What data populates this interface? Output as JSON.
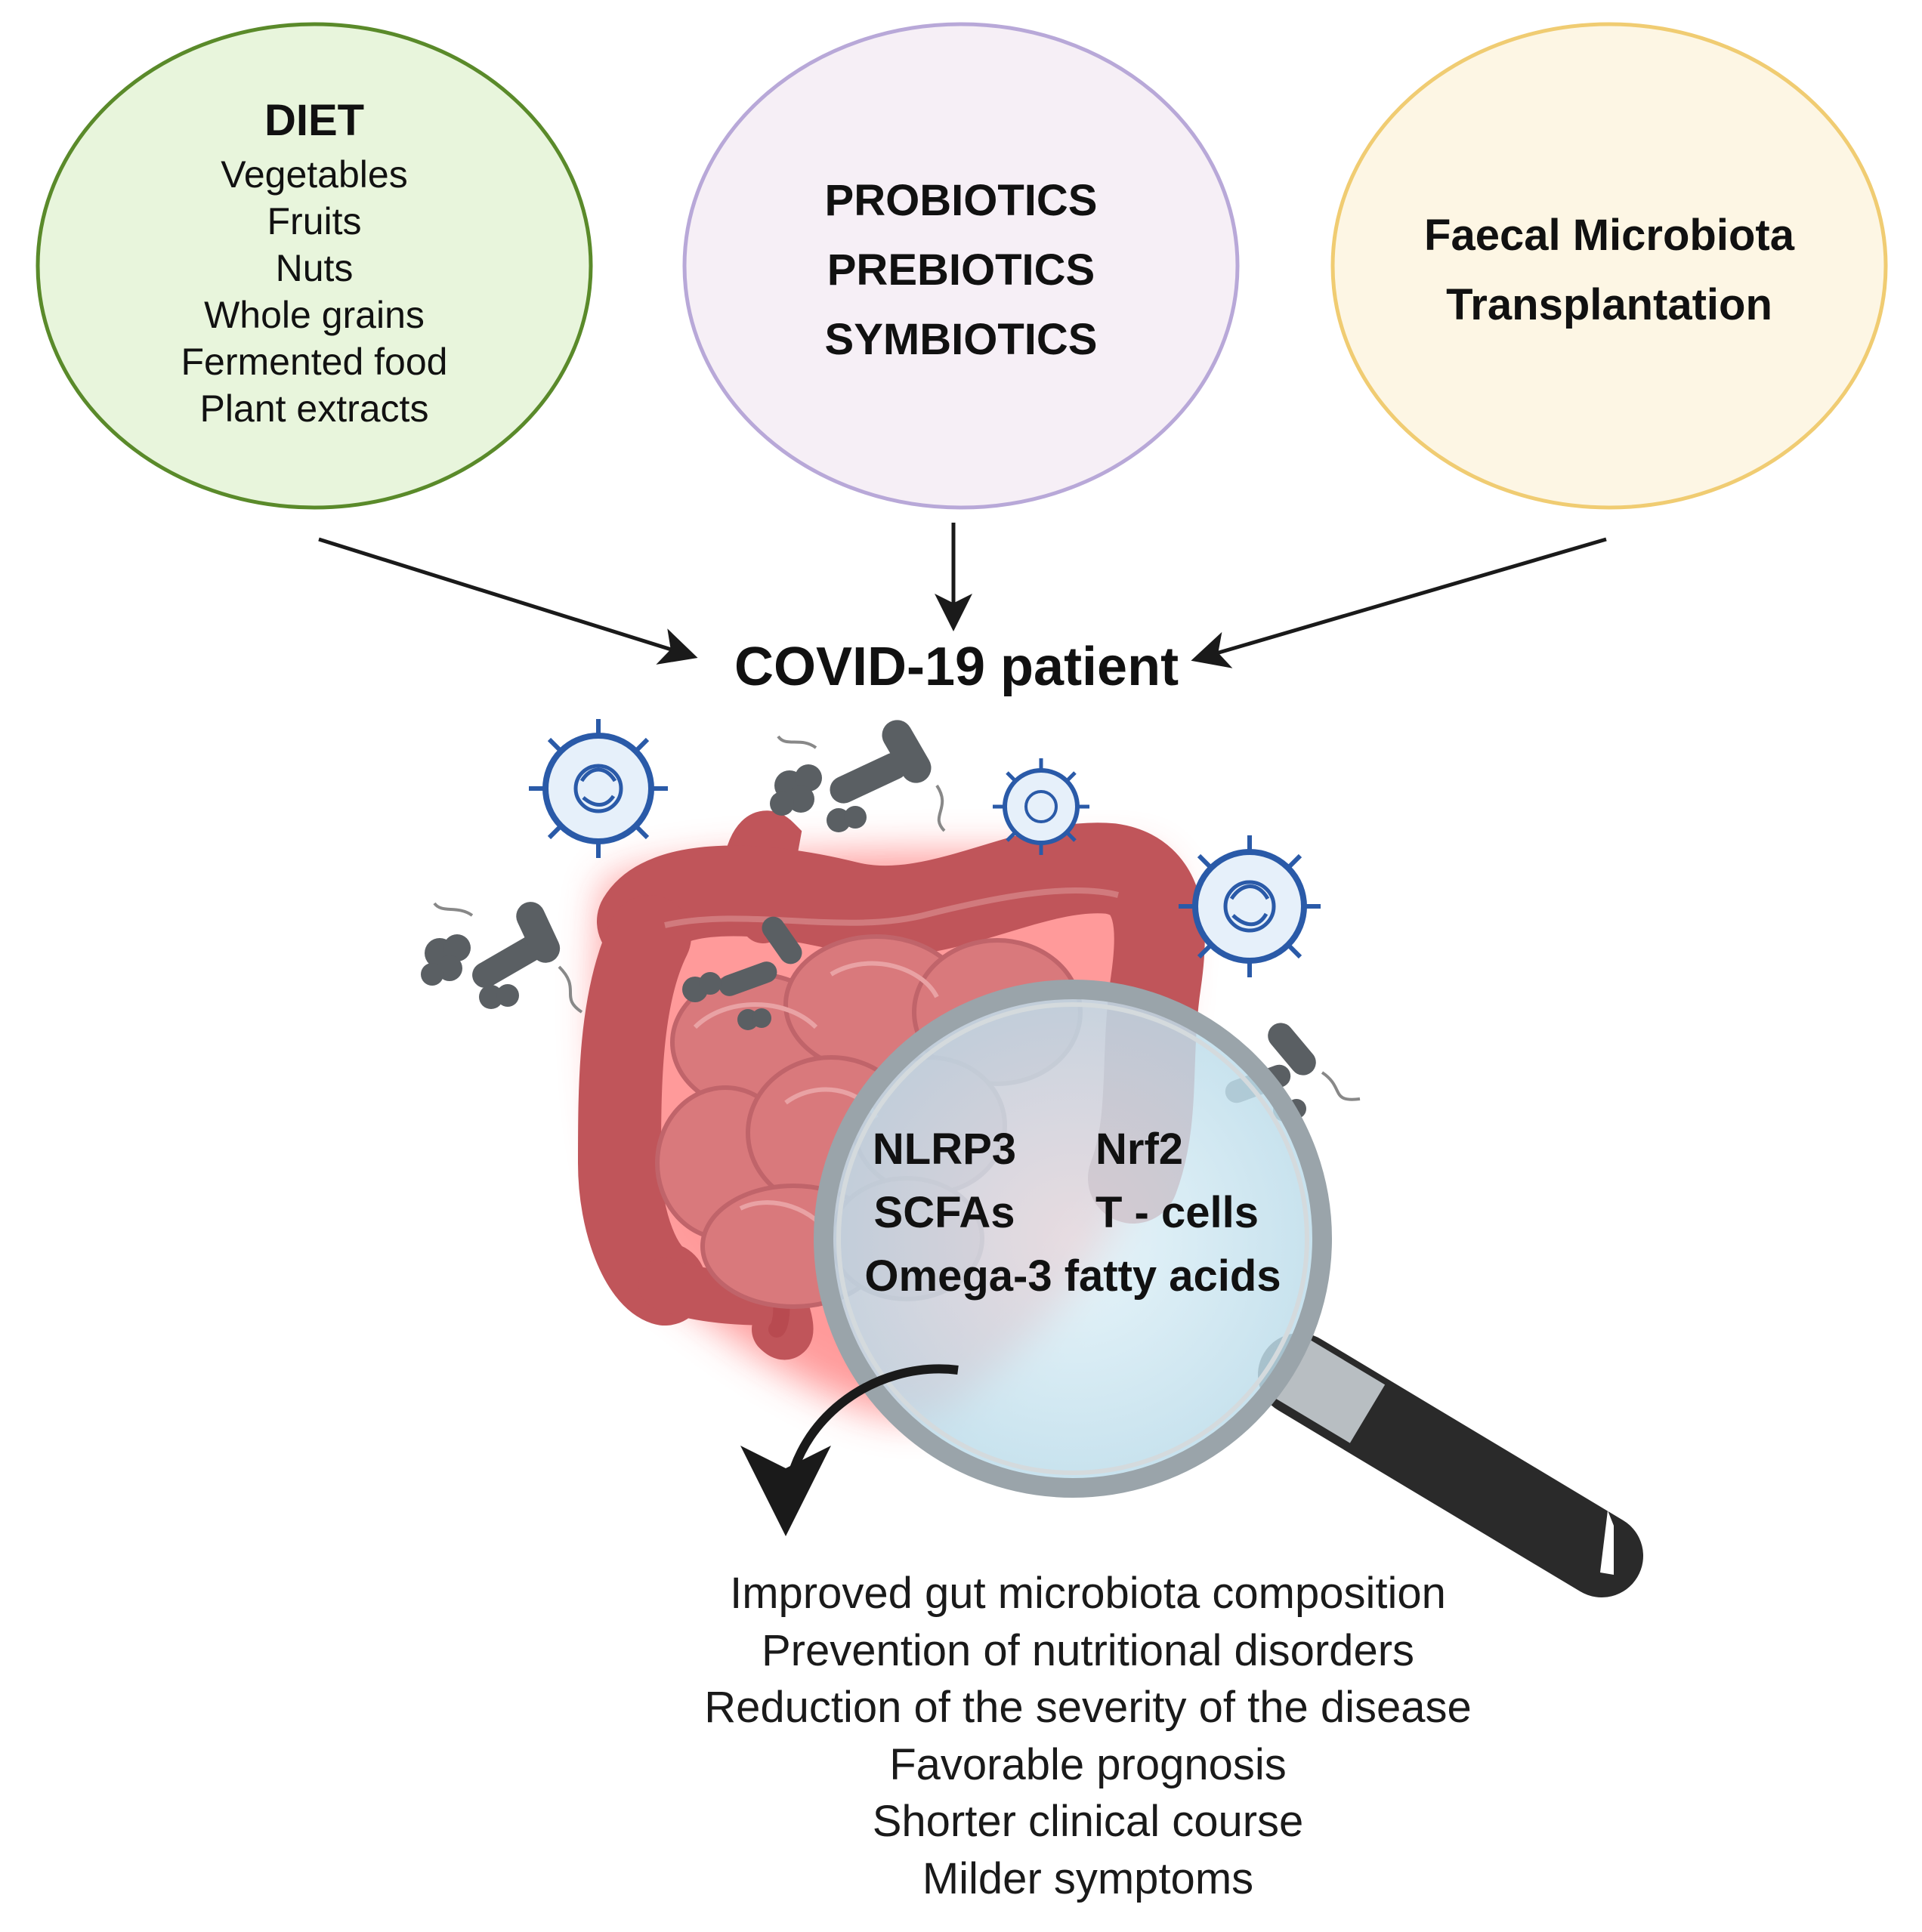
{
  "diet": {
    "title": "DIET",
    "items": [
      "Vegetables",
      "Fruits",
      "Nuts",
      "Whole grains",
      "Fermented food",
      "Plant extracts"
    ],
    "fill": "#e8f5dc",
    "stroke": "#5a8a2a"
  },
  "biotics": {
    "items": [
      "PROBIOTICS",
      "PREBIOTICS",
      "SYMBIOTICS"
    ],
    "fill": "#f6eff6",
    "stroke": "#b8a8d8"
  },
  "fmt": {
    "lines": [
      "Faecal Microbiota",
      "Transplantation"
    ],
    "fill": "#fdf6e4",
    "stroke": "#f0cc72"
  },
  "patient": {
    "label": "COVID-19 patient"
  },
  "lens_markers": {
    "row1_left": "NLRP3",
    "row1_right": "Nrf2",
    "row2_left": "SCFAs",
    "row2_right": "T - cells",
    "row3": "Omega-3 fatty acids"
  },
  "outcomes": [
    "Improved gut microbiota composition",
    "Prevention of nutritional disorders",
    "Reduction of the severity of the disease",
    "Favorable prognosis",
    "Shorter clinical course",
    "Milder symptoms"
  ],
  "colors": {
    "intestine": "#c0555a",
    "small_intestine": "#d9797c",
    "glow": "#ff4848",
    "virus": "#2a5aa8",
    "bacteria": "#5a5f63",
    "lens_glass": "#cfe7f2",
    "lens_rim": "#9aa4aa",
    "handle": "#2a2a2a"
  }
}
